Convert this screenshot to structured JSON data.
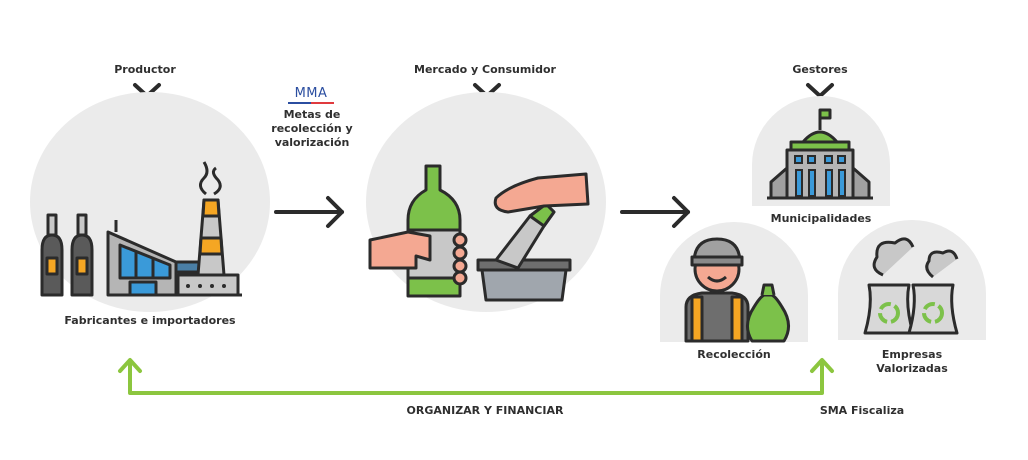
{
  "nodes": {
    "productor": {
      "header": "Productor",
      "caption": "Fabricantes e importadores"
    },
    "mma": {
      "logo": "MMA",
      "text_lines": [
        "Metas de",
        "recolección y",
        "valorización"
      ]
    },
    "mercado": {
      "header": "Mercado y Consumidor"
    },
    "gestores": {
      "header": "Gestores",
      "municipalidades": "Municipalidades",
      "recoleccion": "Recolección",
      "empresas_lines": [
        "Empresas",
        "Valorizadas"
      ]
    }
  },
  "feedback": {
    "label": "ORGANIZAR Y FINANCIAR",
    "fiscaliza": "SMA Fiscaliza"
  },
  "colors": {
    "circle": "#ebebeb",
    "outline": "#2b2b2b",
    "green": "#7cc14a",
    "feedback_green": "#8cc63f",
    "orange": "#f5a623",
    "blue": "#3a9ad9",
    "gray": "#a8a8a8",
    "dark_gray": "#5a5a5a",
    "skin": "#f4a892",
    "mma_blue": "#2b4ea0",
    "mma_red": "#e03a3e"
  }
}
